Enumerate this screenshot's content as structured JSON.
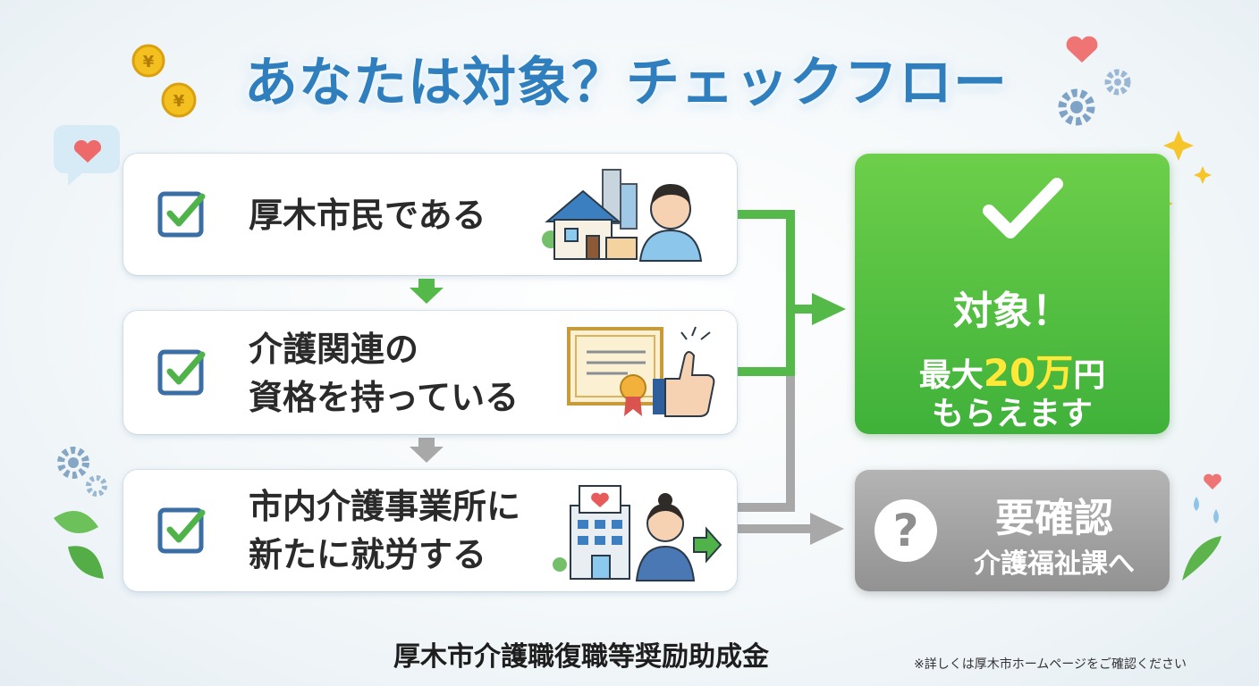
{
  "title": "あなたは対象？チェックフロー",
  "steps": [
    {
      "label": "厚木市民である"
    },
    {
      "label": "介護関連の\n資格を持っている"
    },
    {
      "label": "市内介護事業所に\n新たに就労する"
    }
  ],
  "result_yes": {
    "heading": "対象！",
    "line1_prefix": "最大",
    "line1_amount": "20万",
    "line1_suffix": "円",
    "line2": "もらえます"
  },
  "result_no": {
    "heading": "要確認",
    "sub": "介護福祉課へ",
    "icon_text": "?"
  },
  "footer": {
    "title": "厚木市介護職復職等奨励助成金",
    "note": "※詳しくは厚木市ホームページをご確認ください"
  },
  "icons": {
    "checkbox": "checkbox-checked-icon",
    "result_check": "check-icon",
    "result_question": "question-icon"
  },
  "colors": {
    "title": "#2f7fbe",
    "check_frame": "#3b6ea5",
    "check_mark": "#4fb34a",
    "yes_green": "#4cbb3f",
    "yes_amount": "#ffe838",
    "no_gray": "#a3a3a3",
    "flow_green": "#55b94a",
    "flow_gray": "#a8a8a8"
  }
}
